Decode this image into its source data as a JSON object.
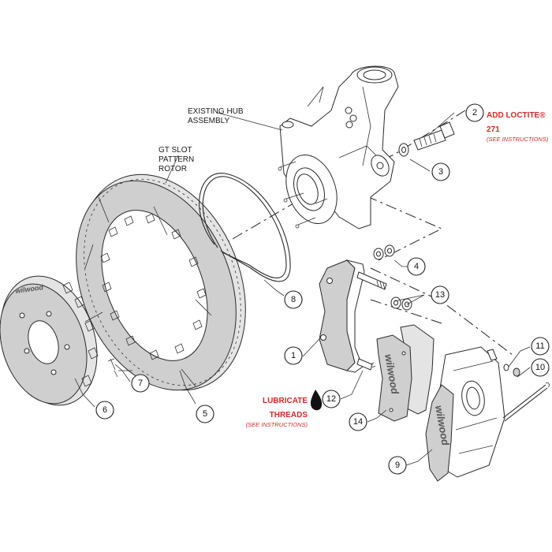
{
  "diagram": {
    "type": "exploded-parts-view",
    "brand_mark": "wilwood"
  },
  "labels": {
    "hub": "EXISTING HUB\nASSEMBLY",
    "rotor": "GT SLOT\nPATTERN\nROTOR",
    "loctite_main": "ADD LOCTITE® 271",
    "loctite_sub": "(SEE INSTRUCTIONS)",
    "lube_main": "LUBRICATE THREADS",
    "lube_sub": "(SEE INSTRUCTIONS)"
  },
  "callouts": [
    {
      "id": "1",
      "part": "caliper-bracket"
    },
    {
      "id": "2",
      "part": "bolt"
    },
    {
      "id": "3",
      "part": "washer"
    },
    {
      "id": "4",
      "part": "shims"
    },
    {
      "id": "5",
      "part": "rotor"
    },
    {
      "id": "6",
      "part": "hat"
    },
    {
      "id": "7",
      "part": "rotor-bolts"
    },
    {
      "id": "8",
      "part": "retaining-ring"
    },
    {
      "id": "9",
      "part": "caliper"
    },
    {
      "id": "10",
      "part": "bleeder-screw"
    },
    {
      "id": "11",
      "part": "bleeder-washer"
    },
    {
      "id": "12",
      "part": "stud"
    },
    {
      "id": "13",
      "part": "washers"
    },
    {
      "id": "14",
      "part": "brake-pads"
    }
  ],
  "colors": {
    "callout_red": "#d62828",
    "part_fill": "#cfcfcf",
    "line": "#2a2a2a"
  }
}
